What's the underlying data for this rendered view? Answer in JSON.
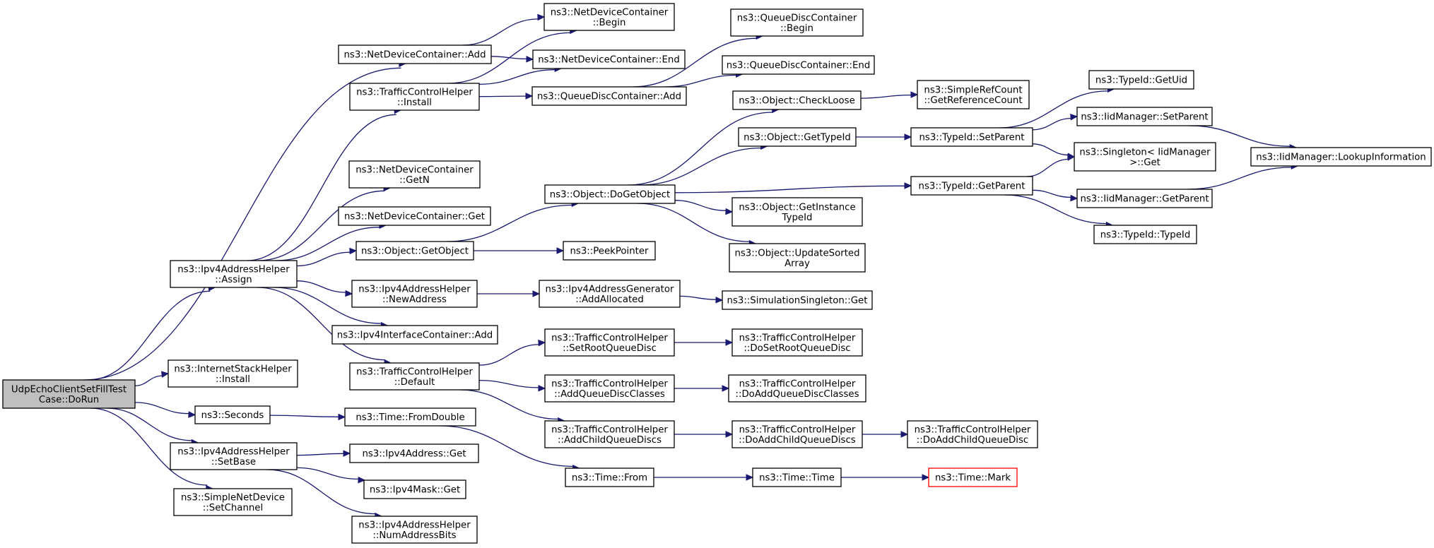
{
  "nodes": [
    {
      "id": "root",
      "lines": [
        "UdpEchoClientSetFillTest",
        "Case::DoRun"
      ],
      "style": "root"
    },
    {
      "id": "ndc_add",
      "lines": [
        "ns3::NetDeviceContainer::Add"
      ]
    },
    {
      "id": "tch_install",
      "lines": [
        "ns3::TrafficControlHelper",
        "::Install"
      ]
    },
    {
      "id": "ndc_getn",
      "lines": [
        "ns3::NetDeviceContainer",
        "::GetN"
      ]
    },
    {
      "id": "ndc_get",
      "lines": [
        "ns3::NetDeviceContainer::Get"
      ]
    },
    {
      "id": "obj_getobject",
      "lines": [
        "ns3::Object::GetObject"
      ]
    },
    {
      "id": "ipv4ah_assign",
      "lines": [
        "ns3::Ipv4AddressHelper",
        "::Assign"
      ]
    },
    {
      "id": "ipv4ah_newaddr",
      "lines": [
        "ns3::Ipv4AddressHelper",
        "::NewAddress"
      ]
    },
    {
      "id": "ipv4ic_add",
      "lines": [
        "ns3::Ipv4InterfaceContainer::Add"
      ]
    },
    {
      "id": "tch_default",
      "lines": [
        "ns3::TrafficControlHelper",
        "::Default"
      ]
    },
    {
      "id": "ish_install",
      "lines": [
        "ns3::InternetStackHelper",
        "::Install"
      ]
    },
    {
      "id": "seconds",
      "lines": [
        "ns3::Seconds"
      ]
    },
    {
      "id": "ipv4ah_setbase",
      "lines": [
        "ns3::Ipv4AddressHelper",
        "::SetBase"
      ]
    },
    {
      "id": "snd_setchannel",
      "lines": [
        "ns3::SimpleNetDevice",
        "::SetChannel"
      ]
    },
    {
      "id": "ndc_begin",
      "lines": [
        "ns3::NetDeviceContainer",
        "::Begin"
      ]
    },
    {
      "id": "ndc_end",
      "lines": [
        "ns3::NetDeviceContainer::End"
      ]
    },
    {
      "id": "qdc_add",
      "lines": [
        "ns3::QueueDiscContainer::Add"
      ]
    },
    {
      "id": "obj_dogetobject",
      "lines": [
        "ns3::Object::DoGetObject"
      ]
    },
    {
      "id": "peekpointer",
      "lines": [
        "ns3::PeekPointer"
      ]
    },
    {
      "id": "ipv4ag_addalloc",
      "lines": [
        "ns3::Ipv4AddressGenerator",
        "::AddAllocated"
      ]
    },
    {
      "id": "tch_setroot",
      "lines": [
        "ns3::TrafficControlHelper",
        "::SetRootQueueDisc"
      ]
    },
    {
      "id": "tch_addqdclasses",
      "lines": [
        "ns3::TrafficControlHelper",
        "::AddQueueDiscClasses"
      ]
    },
    {
      "id": "tch_addchild",
      "lines": [
        "ns3::TrafficControlHelper",
        "::AddChildQueueDiscs"
      ]
    },
    {
      "id": "time_fromdouble",
      "lines": [
        "ns3::Time::FromDouble"
      ]
    },
    {
      "id": "ipv4addr_get",
      "lines": [
        "ns3::Ipv4Address::Get"
      ]
    },
    {
      "id": "ipv4mask_get",
      "lines": [
        "ns3::Ipv4Mask::Get"
      ]
    },
    {
      "id": "ipv4ah_numbits",
      "lines": [
        "ns3::Ipv4AddressHelper",
        "::NumAddressBits"
      ]
    },
    {
      "id": "time_from",
      "lines": [
        "ns3::Time::From"
      ]
    },
    {
      "id": "qdc_begin",
      "lines": [
        "ns3::QueueDiscContainer",
        "::Begin"
      ]
    },
    {
      "id": "qdc_end",
      "lines": [
        "ns3::QueueDiscContainer::End"
      ]
    },
    {
      "id": "obj_checkloose",
      "lines": [
        "ns3::Object::CheckLoose"
      ]
    },
    {
      "id": "obj_gettypeid",
      "lines": [
        "ns3::Object::GetTypeId"
      ]
    },
    {
      "id": "obj_getinstance",
      "lines": [
        "ns3::Object::GetInstance",
        "TypeId"
      ]
    },
    {
      "id": "obj_updatesorted",
      "lines": [
        "ns3::Object::UpdateSorted",
        "Array"
      ]
    },
    {
      "id": "simsingleton_get",
      "lines": [
        "ns3::SimulationSingleton::Get"
      ]
    },
    {
      "id": "tch_dosetroot",
      "lines": [
        "ns3::TrafficControlHelper",
        "::DoSetRootQueueDisc"
      ]
    },
    {
      "id": "tch_doaddqdclasses",
      "lines": [
        "ns3::TrafficControlHelper",
        "::DoAddQueueDiscClasses"
      ]
    },
    {
      "id": "tch_doaddchildren",
      "lines": [
        "ns3::TrafficControlHelper",
        "::DoAddChildQueueDiscs"
      ]
    },
    {
      "id": "time_time",
      "lines": [
        "ns3::Time::Time"
      ]
    },
    {
      "id": "src_getrefcount",
      "lines": [
        "ns3::SimpleRefCount",
        "::GetReferenceCount"
      ]
    },
    {
      "id": "typeid_setparent",
      "lines": [
        "ns3::TypeId::SetParent"
      ]
    },
    {
      "id": "typeid_getparent",
      "lines": [
        "ns3::TypeId::GetParent"
      ]
    },
    {
      "id": "tch_doaddchild",
      "lines": [
        "ns3::TrafficControlHelper",
        "::DoAddChildQueueDisc"
      ]
    },
    {
      "id": "time_mark",
      "lines": [
        "ns3::Time::Mark"
      ],
      "style": "red"
    },
    {
      "id": "typeid_getuid",
      "lines": [
        "ns3::TypeId::GetUid"
      ]
    },
    {
      "id": "iidm_setparent",
      "lines": [
        "ns3::IidManager::SetParent"
      ]
    },
    {
      "id": "singleton_get",
      "lines": [
        "ns3::Singleton< IidManager",
        ">::Get"
      ]
    },
    {
      "id": "iidm_getparent",
      "lines": [
        "ns3::IidManager::GetParent"
      ]
    },
    {
      "id": "typeid_typeid",
      "lines": [
        "ns3::TypeId::TypeId"
      ]
    },
    {
      "id": "iidm_lookup",
      "lines": [
        "ns3::IidManager::LookupInformation"
      ]
    }
  ],
  "edges": [
    [
      "root",
      "ndc_add"
    ],
    [
      "root",
      "ipv4ah_assign"
    ],
    [
      "root",
      "ish_install"
    ],
    [
      "root",
      "seconds"
    ],
    [
      "root",
      "ipv4ah_setbase"
    ],
    [
      "root",
      "snd_setchannel"
    ],
    [
      "ndc_add",
      "ndc_begin"
    ],
    [
      "ndc_add",
      "ndc_end"
    ],
    [
      "tch_install",
      "ndc_begin"
    ],
    [
      "tch_install",
      "ndc_end"
    ],
    [
      "tch_install",
      "qdc_add"
    ],
    [
      "qdc_add",
      "qdc_begin"
    ],
    [
      "qdc_add",
      "qdc_end"
    ],
    [
      "ipv4ah_assign",
      "tch_install"
    ],
    [
      "ipv4ah_assign",
      "ndc_getn"
    ],
    [
      "ipv4ah_assign",
      "ndc_get"
    ],
    [
      "ipv4ah_assign",
      "obj_getobject"
    ],
    [
      "ipv4ah_assign",
      "ipv4ah_newaddr"
    ],
    [
      "ipv4ah_assign",
      "ipv4ic_add"
    ],
    [
      "ipv4ah_assign",
      "tch_default"
    ],
    [
      "obj_getobject",
      "obj_dogetobject"
    ],
    [
      "obj_getobject",
      "peekpointer"
    ],
    [
      "obj_dogetobject",
      "obj_checkloose"
    ],
    [
      "obj_dogetobject",
      "obj_gettypeid"
    ],
    [
      "obj_dogetobject",
      "typeid_getparent"
    ],
    [
      "obj_dogetobject",
      "obj_getinstance"
    ],
    [
      "obj_dogetobject",
      "obj_updatesorted"
    ],
    [
      "obj_checkloose",
      "src_getrefcount"
    ],
    [
      "obj_gettypeid",
      "typeid_setparent"
    ],
    [
      "typeid_setparent",
      "typeid_getuid"
    ],
    [
      "typeid_setparent",
      "iidm_setparent"
    ],
    [
      "typeid_setparent",
      "singleton_get"
    ],
    [
      "iidm_setparent",
      "iidm_lookup"
    ],
    [
      "typeid_getparent",
      "singleton_get"
    ],
    [
      "typeid_getparent",
      "iidm_getparent"
    ],
    [
      "typeid_getparent",
      "typeid_typeid"
    ],
    [
      "iidm_getparent",
      "iidm_lookup"
    ],
    [
      "ipv4ah_newaddr",
      "ipv4ag_addalloc"
    ],
    [
      "ipv4ag_addalloc",
      "simsingleton_get"
    ],
    [
      "tch_default",
      "tch_setroot"
    ],
    [
      "tch_default",
      "tch_addqdclasses"
    ],
    [
      "tch_default",
      "tch_addchild"
    ],
    [
      "tch_setroot",
      "tch_dosetroot"
    ],
    [
      "tch_addqdclasses",
      "tch_doaddqdclasses"
    ],
    [
      "tch_addchild",
      "tch_doaddchildren"
    ],
    [
      "tch_doaddchildren",
      "tch_doaddchild"
    ],
    [
      "seconds",
      "time_fromdouble"
    ],
    [
      "time_fromdouble",
      "time_from"
    ],
    [
      "time_from",
      "time_time"
    ],
    [
      "time_time",
      "time_mark"
    ],
    [
      "ipv4ah_setbase",
      "ipv4addr_get"
    ],
    [
      "ipv4ah_setbase",
      "ipv4mask_get"
    ],
    [
      "ipv4ah_setbase",
      "ipv4ah_numbits"
    ]
  ],
  "colors": {
    "edge": "#191970",
    "root_fill": "#bfbfbf",
    "highlight_stroke": "#ff0000"
  }
}
